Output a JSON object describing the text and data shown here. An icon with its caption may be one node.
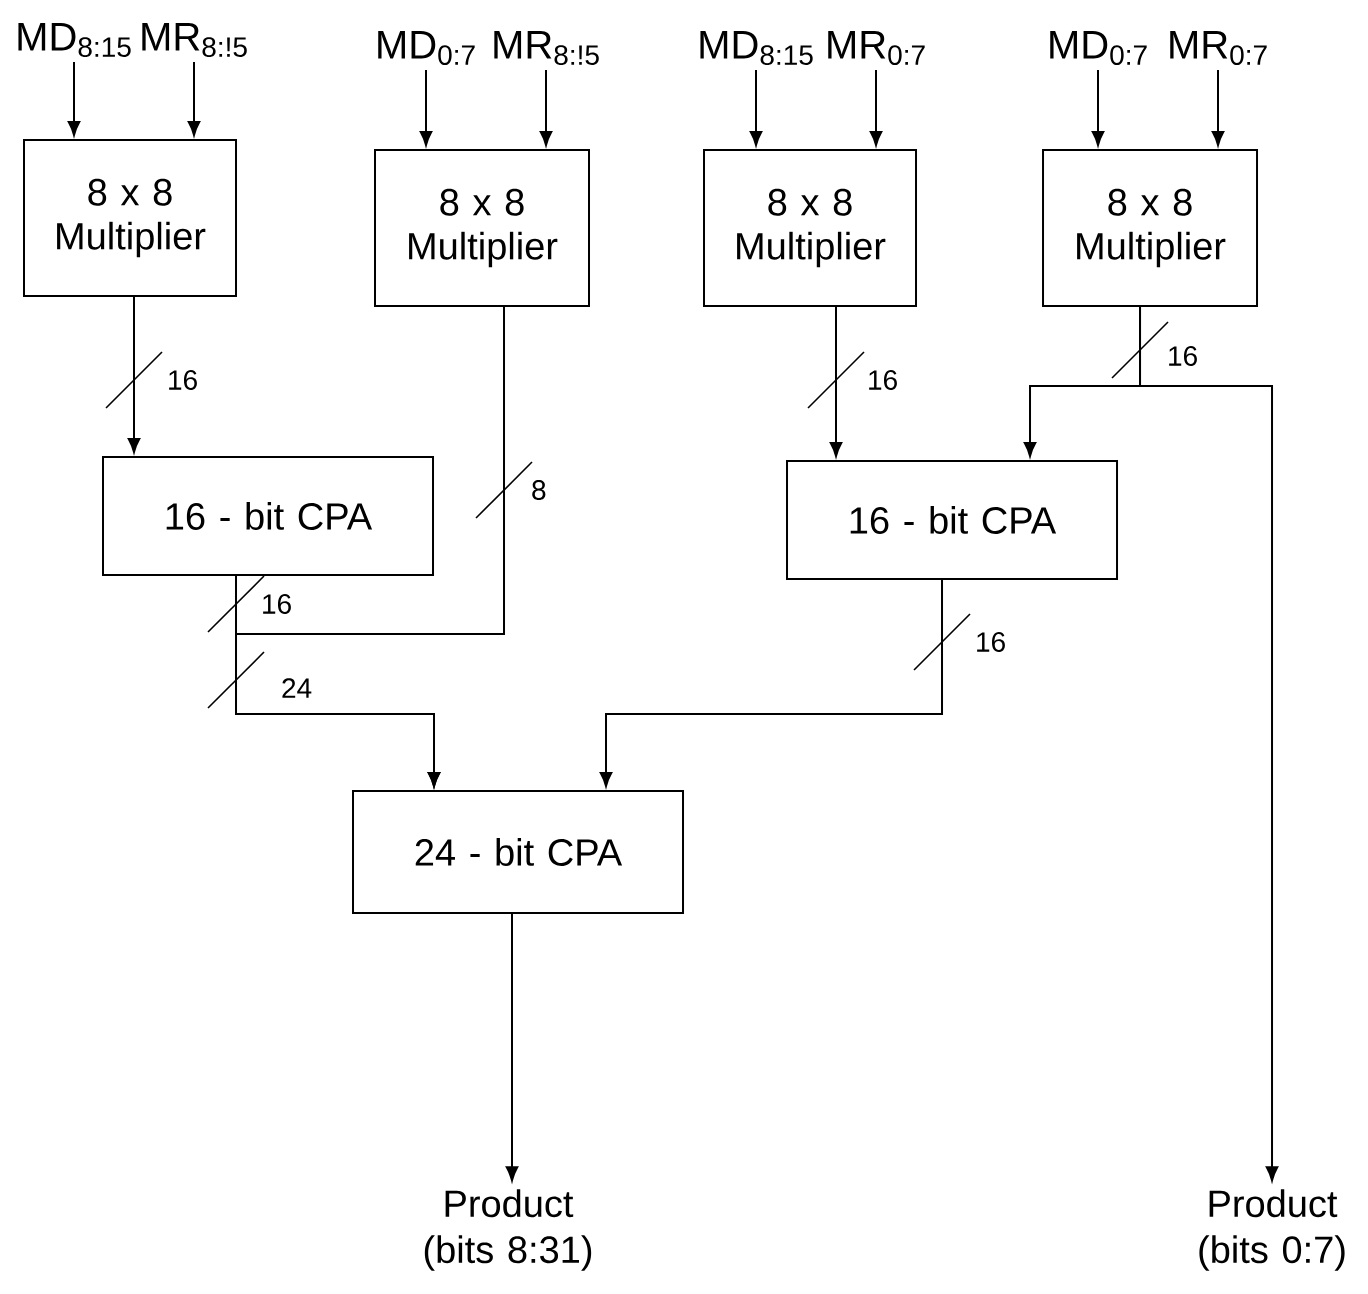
{
  "diagram": {
    "nodes": [
      {
        "text": [
          "MD$_{8:15}$"
        ]
      },
      {
        "text": [
          "MR$_{8:!5}$"
        ]
      },
      {
        "text": [
          "MD$_{0:7}$"
        ]
      },
      {
        "text": [
          "MR$_{8:!5}$"
        ]
      },
      {
        "text": [
          "MD$_{8:15}$"
        ]
      },
      {
        "text": [
          "MR$_{0:7}$"
        ]
      },
      {
        "text": [
          "MD$_{0:7}$"
        ]
      },
      {
        "text": [
          "MR$_{0:7}$"
        ]
      },
      {
        "text": [
          "8 x 8 Multiplier"
        ]
      },
      {
        "text": [
          "8 x 8 Multiplier"
        ]
      },
      {
        "text": [
          "8 x 8 Multiplier"
        ]
      },
      {
        "text": [
          "8 x 8 Multiplier"
        ]
      },
      {
        "text": [
          "16 - bit CPA"
        ]
      },
      {
        "text": [
          "16 - bit CPA"
        ]
      },
      {
        "text": [
          "24 - bit CPA"
        ]
      },
      {
        "text": [
          "Product (bits 8:31)"
        ]
      },
      {
        "text": [
          "Product (bits 0:7)"
        ]
      }
    ],
    "edges": [
      {
        "from": 0,
        "to": 8,
        "arrow": "to"
      },
      {
        "from": 1,
        "to": 8,
        "arrow": "to"
      },
      {
        "from": 2,
        "to": 9,
        "arrow": "to"
      },
      {
        "from": 3,
        "to": 9,
        "arrow": "to"
      },
      {
        "from": 4,
        "to": 10,
        "arrow": "to"
      },
      {
        "from": 5,
        "to": 10,
        "arrow": "to"
      },
      {
        "from": 6,
        "to": 11,
        "arrow": "to"
      },
      {
        "from": 7,
        "to": 11,
        "arrow": "to"
      },
      {
        "from": 8,
        "to": 12,
        "arrow": "to",
        "label": "16"
      },
      {
        "from": 10,
        "to": 13,
        "arrow": "to",
        "label": "16"
      },
      {
        "from": 11,
        "to": 13,
        "arrow": "to",
        "label": "16"
      },
      {
        "from": 11,
        "to": 16,
        "arrow": "to"
      },
      {
        "from": 9,
        "to": 14,
        "arrow": "to",
        "label": "8"
      },
      {
        "from": 12,
        "to": 14,
        "arrow": "to",
        "label": "16"
      },
      {
        "from": 13,
        "to": 14,
        "arrow": "to",
        "label": "16"
      },
      {
        "from": 14,
        "to": 15,
        "arrow": "to"
      }
    ],
    "labels": [
      "24"
    ]
  }
}
